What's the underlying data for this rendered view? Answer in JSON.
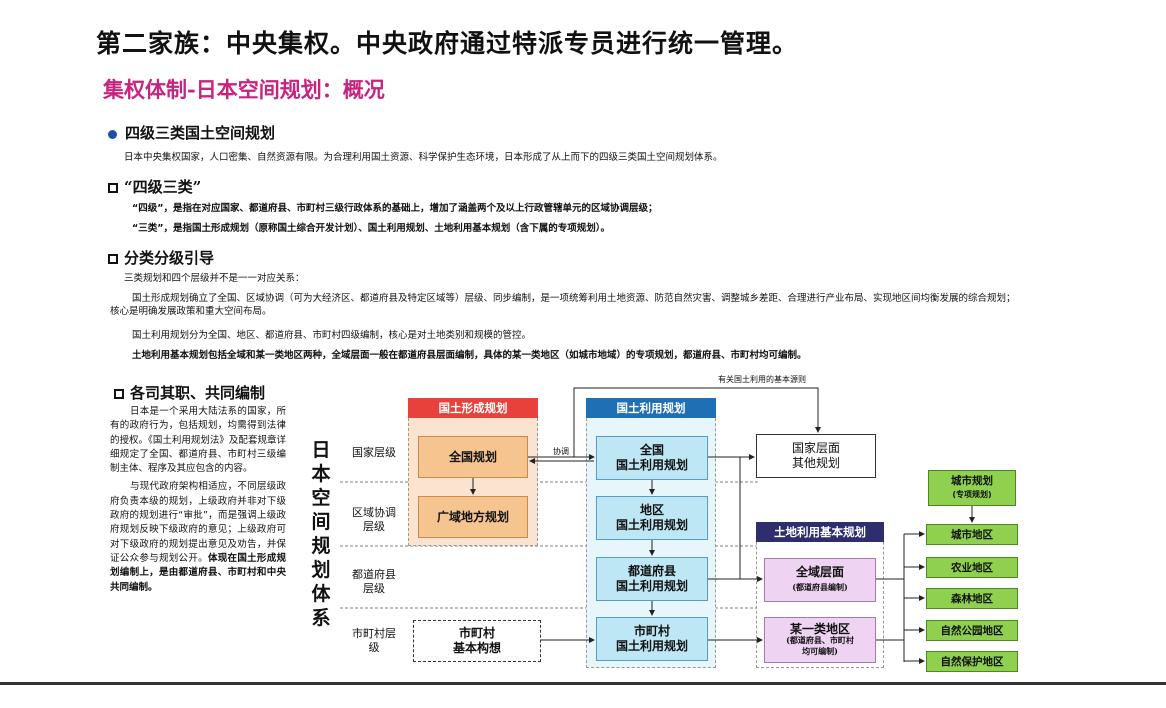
{
  "title": "第二家族：中央集权。中央政府通过特派专员进行统一管理。",
  "subtitle": "集权体制-日本空间规划：概况",
  "section1": {
    "heading": "四级三类国土空间规划",
    "text": "日本中央集权国家，人口密集、自然资源有限。为合理利用国土资源、科学保护生态环境，日本形成了从上而下的四级三类国土空间规划体系。"
  },
  "section2": {
    "heading": "“四级三类”",
    "line1": "“四级”，是指在对应国家、都道府县、市町村三级行政体系的基础上，增加了涵盖两个及以上行政管辖单元的区域协调层级；",
    "line2": "“三类”，是指国土形成规划（原称国土综合开发计划）、国土利用规划、土地利用基本规划（含下属的专项规划）。"
  },
  "section3": {
    "heading": "分类分级引导",
    "intro": "三类规划和四个层级并不是一一对应关系：",
    "p1": "国土形成规划确立了全国、区域协调（可为大经济区、都道府县及特定区域等）层级、同步编制，是一项统筹利用土地资源、防范自然灾害、调整城乡差距、合理进行产业布局、实现地区间均衡发展的综合规划；核心是明确发展政策和重大空间布局。",
    "p2": "国土利用规划分为全国、地区、都道府县、市町村四级编制，核心是对土地类别和规模的管控。",
    "p3": "土地利用基本规划包括全域和某一类地区两种，全域层面一般在都道府县层面编制，具体的某一类地区（如城市地域）的专项规划，都道府县、市町村均可编制。"
  },
  "section4": {
    "heading": "各司其职、共同编制",
    "p1": "日本是一个采用大陆法系的国家，所有的政府行为，包括规划，均需得到法律的授权。《国土利用规划法》及配套规章详细规定了全国、都道府县、市町村三级编制主体、程序及其应包含的内容。",
    "p2a": "与现代政府架构相适应，不同层级政府负责本级的规划，上级政府并非对下级政府的规划进行“审批”，而是强调上级政府规划反映下级政府的意见；上级政府可对下级政府的规划提出意见及劝告，并保证公众参与规划公开。",
    "p2b": "体现在国土形成规划编制上，是由都道府县、市町村和中央共同编制。"
  },
  "diagram": {
    "vertical_title": "日本空间规划体系",
    "levels": [
      "国家层级",
      "区域协调层级",
      "都道府县层级",
      "市町村层级"
    ],
    "col1_header": "国土形成规划",
    "col1_boxes": [
      "全国规划",
      "广域地方规划"
    ],
    "col2_header": "国土利用规划",
    "col2_boxes": [
      "全国\n国土利用规划",
      "地区\n国土利用规划",
      "都道府县\n国土利用规划",
      "市町村\n国土利用规划"
    ],
    "municipal_basic": "市町村\n基本构想",
    "coord_label": "协调",
    "top_note": "有关国土利用的基本源则",
    "national_other": "国家层面\n其他规划",
    "col3_header": "土地利用基本规划",
    "col3_box1_main": "全域层面",
    "col3_box1_sub": "(都道府县编制)",
    "col3_box2_main": "某一类地区",
    "col3_box2_sub": "(都道府县、市町村\n均可编制)",
    "city_plan_main": "城市规划",
    "city_plan_sub": "(专项规划)",
    "zones": [
      "城市地区",
      "农业地区",
      "森林地区",
      "自然公园地区",
      "自然保护地区"
    ],
    "colors": {
      "red_header": "#e8413c",
      "blue_header": "#1f6fb5",
      "dark_header": "#2e2d6e",
      "green": "#8fd14f",
      "orange_fill": "#f6c48f",
      "blue_fill": "#bde7f5",
      "purple_fill": "#efd3f3"
    }
  }
}
